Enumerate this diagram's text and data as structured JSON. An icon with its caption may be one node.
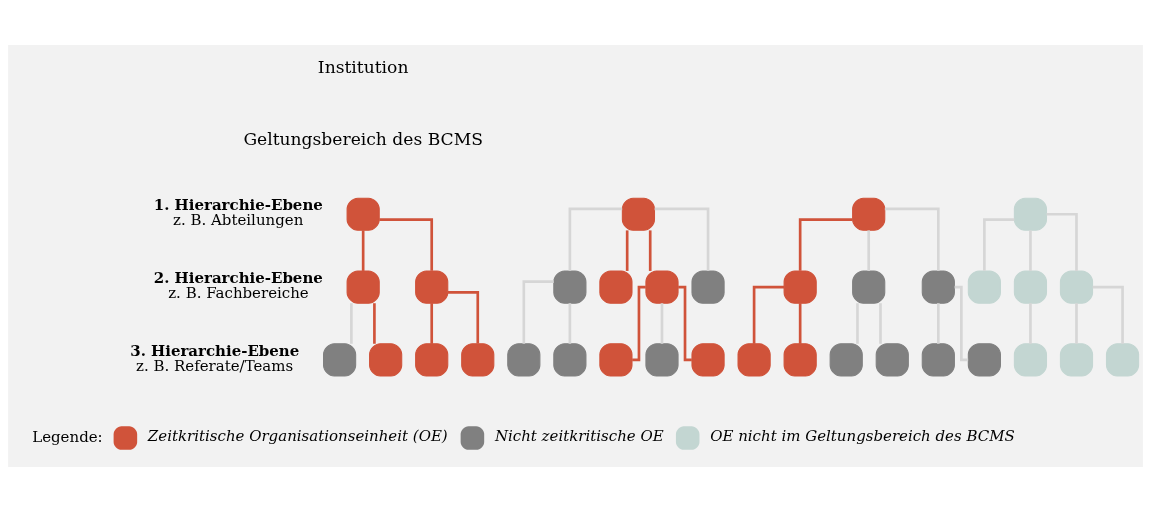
{
  "diagram": {
    "nodes": [
      {
        "text": [],
        "shape": "box"
      },
      {
        "text": [],
        "shape": "box"
      },
      {
        "text": [],
        "shape": "box"
      },
      {
        "text": [],
        "shape": "box"
      },
      {
        "text": [],
        "shape": "box"
      },
      {
        "text": [],
        "shape": "box"
      },
      {
        "text": [],
        "shape": "box"
      },
      {
        "text": [],
        "shape": "box"
      },
      {
        "text": [],
        "shape": "box"
      },
      {
        "text": [],
        "shape": "box"
      },
      {
        "text": [],
        "shape": "box"
      },
      {
        "text": [],
        "shape": "box"
      },
      {
        "text": [],
        "shape": "box"
      },
      {
        "text": [],
        "shape": "box"
      },
      {
        "text": [],
        "shape": "box"
      },
      {
        "text": [],
        "shape": "box"
      },
      {
        "text": [],
        "shape": "box"
      },
      {
        "text": [],
        "shape": "box"
      },
      {
        "text": [],
        "shape": "box"
      },
      {
        "text": [],
        "shape": "box"
      },
      {
        "text": [],
        "shape": "box"
      },
      {
        "text": [],
        "shape": "box"
      },
      {
        "text": [],
        "shape": "box"
      },
      {
        "text": [],
        "shape": "box"
      },
      {
        "text": [],
        "shape": "box"
      },
      {
        "text": [],
        "shape": "box"
      },
      {
        "text": [],
        "shape": "box"
      },
      {
        "text": [],
        "shape": "box"
      },
      {
        "text": [],
        "shape": "box"
      },
      {
        "text": [],
        "shape": "box"
      },
      {
        "text": [],
        "shape": "box"
      },
      {
        "text": [],
        "shape": "box"
      },
      {
        "text": [],
        "shape": "box"
      },
      {
        "text": [],
        "shape": "box"
      }
    ],
    "edges": [
      {
        "from": 0,
        "to": 4,
        "arrow": "none",
        "color": "#d0533a"
      },
      {
        "from": 0,
        "to": 5,
        "arrow": "none",
        "color": "#d0533a"
      },
      {
        "from": 4,
        "to": 16,
        "arrow": "none"
      },
      {
        "from": 4,
        "to": 17,
        "arrow": "none",
        "color": "#d0533a"
      },
      {
        "from": 5,
        "to": 18,
        "arrow": "none",
        "color": "#d0533a"
      },
      {
        "from": 5,
        "to": 19,
        "arrow": "none",
        "color": "#d0533a"
      },
      {
        "from": 1,
        "to": 6,
        "arrow": "none"
      },
      {
        "from": 1,
        "to": 7,
        "arrow": "none",
        "color": "#d0533a"
      },
      {
        "from": 1,
        "to": 8,
        "arrow": "none",
        "color": "#d0533a"
      },
      {
        "from": 1,
        "to": 9,
        "arrow": "none"
      },
      {
        "from": 6,
        "to": 20,
        "arrow": "none"
      },
      {
        "from": 6,
        "to": 21,
        "arrow": "none"
      },
      {
        "from": 8,
        "to": 22,
        "arrow": "none",
        "color": "#d0533a"
      },
      {
        "from": 8,
        "to": 23,
        "arrow": "none"
      },
      {
        "from": 8,
        "to": 24,
        "arrow": "none",
        "color": "#d0533a"
      },
      {
        "from": 2,
        "to": 10,
        "arrow": "none",
        "color": "#d0533a"
      },
      {
        "from": 2,
        "to": 11,
        "arrow": "none"
      },
      {
        "from": 2,
        "to": 12,
        "arrow": "none"
      },
      {
        "from": 10,
        "to": 25,
        "arrow": "none",
        "color": "#d0533a"
      },
      {
        "from": 10,
        "to": 26,
        "arrow": "none",
        "color": "#d0533a"
      },
      {
        "from": 11,
        "to": 27,
        "arrow": "none"
      },
      {
        "from": 11,
        "to": 28,
        "arrow": "none"
      },
      {
        "from": 12,
        "to": 29,
        "arrow": "none"
      },
      {
        "from": 12,
        "to": 30,
        "arrow": "none"
      },
      {
        "from": 3,
        "to": 13,
        "arrow": "none"
      },
      {
        "from": 3,
        "to": 14,
        "arrow": "none"
      },
      {
        "from": 3,
        "to": 15,
        "arrow": "none"
      },
      {
        "from": 14,
        "to": 31,
        "arrow": "none"
      },
      {
        "from": 15,
        "to": 32,
        "arrow": "none"
      },
      {
        "from": 15,
        "to": 33,
        "arrow": "none"
      }
    ],
    "labels": [
      "Institution",
      "Geltungsbereich des BCMS",
      "1. Hierarchie-Ebene",
      "z. B. Abteilungen",
      "2. Hierarchie-Ebene",
      "z. B. Fachbereiche",
      "3. Hierarchie-Ebene",
      "z. B. Referate/Teams",
      "Legende:"
    ],
    "legend": [
      {
        "text": "Zeitkritische Organisationseinheit (OE)",
        "color": "#d0533a"
      },
      {
        "text": "Nicht zeitkritische OE",
        "color": "#808080"
      },
      {
        "text": "OE nicht im Geltungsbereich des BCMS",
        "color": "#c3d6d2"
      }
    ]
  }
}
